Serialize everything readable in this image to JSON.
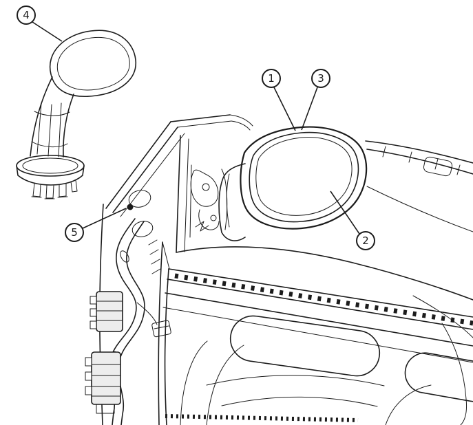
{
  "diagram": {
    "background_color": "#ffffff",
    "line_color": "#1c1c1c",
    "callouts": {
      "c1": "1",
      "c2": "2",
      "c3": "3",
      "c4": "4",
      "c5": "5"
    }
  }
}
